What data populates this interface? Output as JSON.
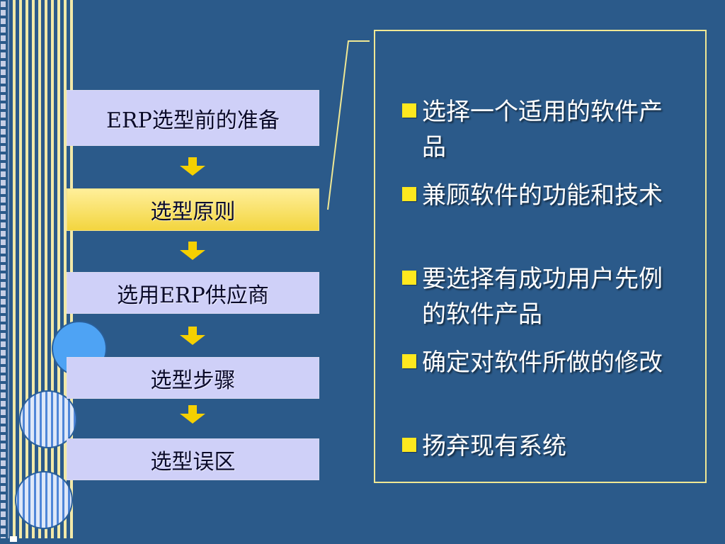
{
  "flow": {
    "steps": [
      {
        "label": "ERP选型前的准备",
        "active": false
      },
      {
        "label": "选型原则",
        "active": true
      },
      {
        "label": "选用ERP供应商",
        "active": false
      },
      {
        "label": "选型步骤",
        "active": false
      },
      {
        "label": "选型误区",
        "active": false
      }
    ]
  },
  "principles": {
    "items": [
      "选择一个适用的软件产品",
      "兼顾软件的功能和技术",
      "要选择有成功用户先例的软件产品",
      "确定对软件所做的修改",
      "扬弃现有系统"
    ]
  },
  "colors": {
    "background": "#2b5a8a",
    "step_fill": "#cfd0f8",
    "active_fill": "#f3d53f",
    "arrow": "#f5d000",
    "panel_border": "#f0e894",
    "bullet_marker": "#ffe81e"
  }
}
